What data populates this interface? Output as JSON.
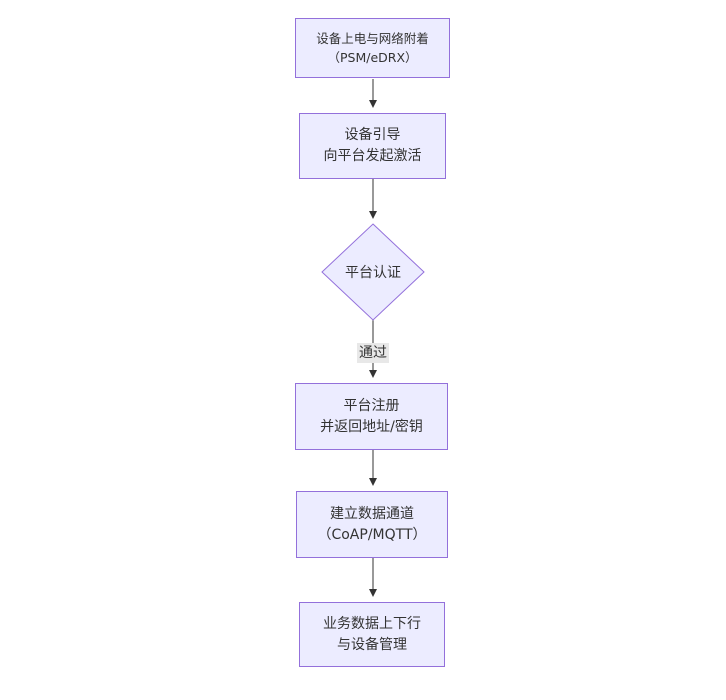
{
  "diagram": {
    "type": "flowchart",
    "direction": "top-down",
    "colors": {
      "background": "#ffffff",
      "node_fill": "#ECECFF",
      "node_border": "#9370DB",
      "arrow_line": "#333333",
      "edge_label_bg": "#e8e8e8",
      "text": "#333333"
    },
    "nodes": [
      {
        "id": "power-attach",
        "shape": "rect",
        "line1": "设备上电与网络附着",
        "line2": "（PSM/eDRX）"
      },
      {
        "id": "bootstrap",
        "shape": "rect",
        "line1": "设备引导",
        "line2": "向平台发起激活"
      },
      {
        "id": "platform-auth",
        "shape": "diamond",
        "line1": "平台认证",
        "line2": ""
      },
      {
        "id": "platform-register",
        "shape": "rect",
        "line1": "平台注册",
        "line2": "并返回地址/密钥"
      },
      {
        "id": "data-channel",
        "shape": "rect",
        "line1": "建立数据通道",
        "line2": "（CoAP/MQTT）"
      },
      {
        "id": "business-data",
        "shape": "rect",
        "line1": "业务数据上下行",
        "line2": "与设备管理"
      }
    ],
    "edges": [
      {
        "from": "power-attach",
        "to": "bootstrap",
        "label": ""
      },
      {
        "from": "bootstrap",
        "to": "platform-auth",
        "label": ""
      },
      {
        "from": "platform-auth",
        "to": "platform-register",
        "label": "通过"
      },
      {
        "from": "platform-register",
        "to": "data-channel",
        "label": ""
      },
      {
        "from": "data-channel",
        "to": "business-data",
        "label": ""
      }
    ]
  }
}
